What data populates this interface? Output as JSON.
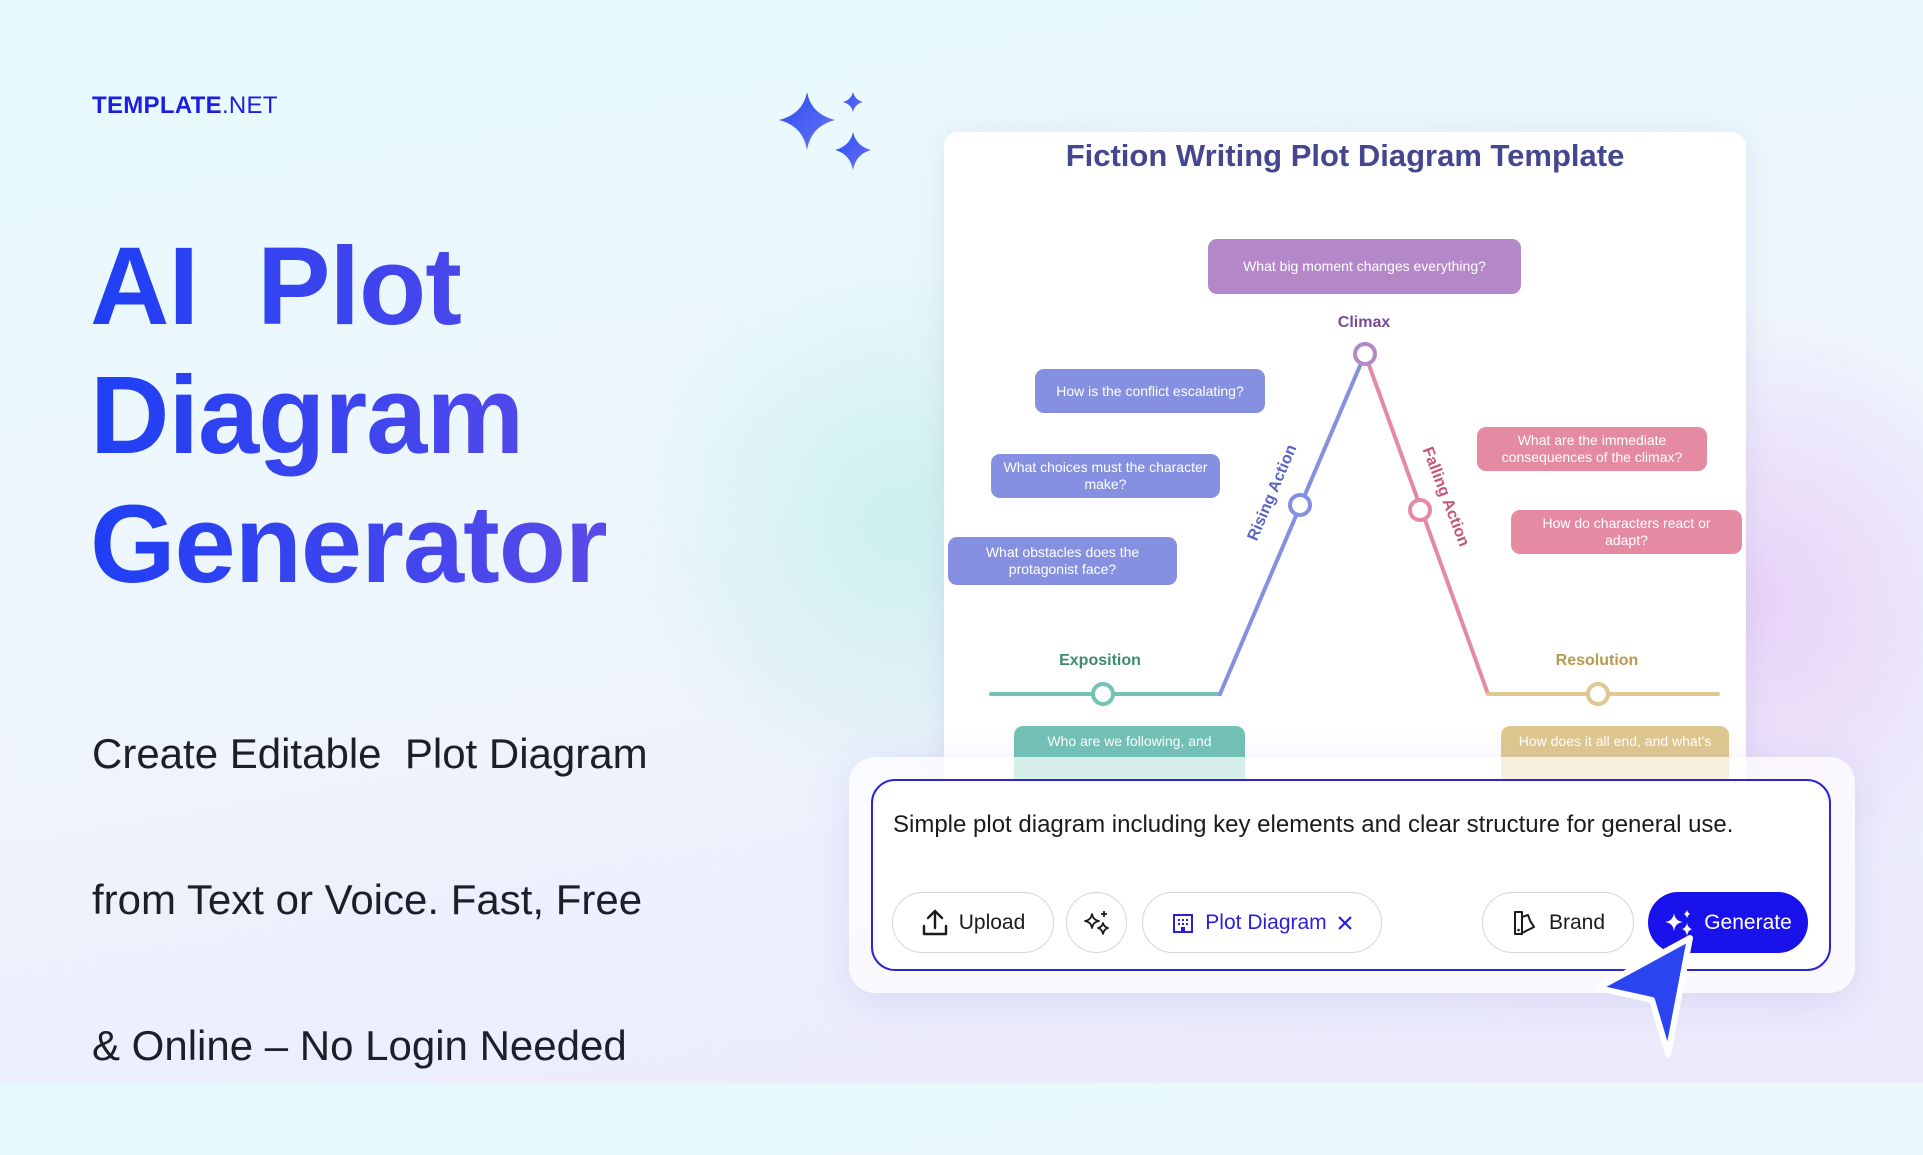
{
  "brand": {
    "logo_bold": "TEMPLATE",
    "logo_light": ".NET"
  },
  "hero": {
    "title_lines": [
      "AI  Plot",
      "Diagram",
      "Generator"
    ],
    "subtitle_lines": [
      "Create Editable  Plot Diagram",
      "from Text or Voice. Fast, Free",
      "& Online – No Login Needed"
    ]
  },
  "preview": {
    "title": "Fiction Writing Plot Diagram Template",
    "labels": {
      "climax": "Climax",
      "rising": "Rising Action",
      "falling": "Falling Action",
      "exposition": "Exposition",
      "resolution": "Resolution"
    },
    "boxes": {
      "climax": "What big moment changes everything?",
      "conflict": "How is the conflict escalating?",
      "choices": "What choices must the character make?",
      "obstacles": "What obstacles does the protagonist face?",
      "consequences": "What are the immediate consequences of the climax?",
      "react": "How do characters react or adapt?",
      "exposition": "Who are we following, and",
      "resolution": "How does it all end, and what's"
    },
    "colors": {
      "exposition": "#72c2b5",
      "rising": "#8590e0",
      "climax": "#b487c9",
      "falling": "#e58aa3",
      "resolution": "#dfc78f"
    }
  },
  "prompt": {
    "text": "Simple plot diagram including key elements and clear structure for general use."
  },
  "toolbar": {
    "upload": "Upload",
    "chip": "Plot Diagram",
    "brand": "Brand",
    "generate": "Generate"
  },
  "colors": {
    "accent": "#1a12ea",
    "title_gradient": [
      "#1f3ff5",
      "#5a4ae8"
    ]
  }
}
